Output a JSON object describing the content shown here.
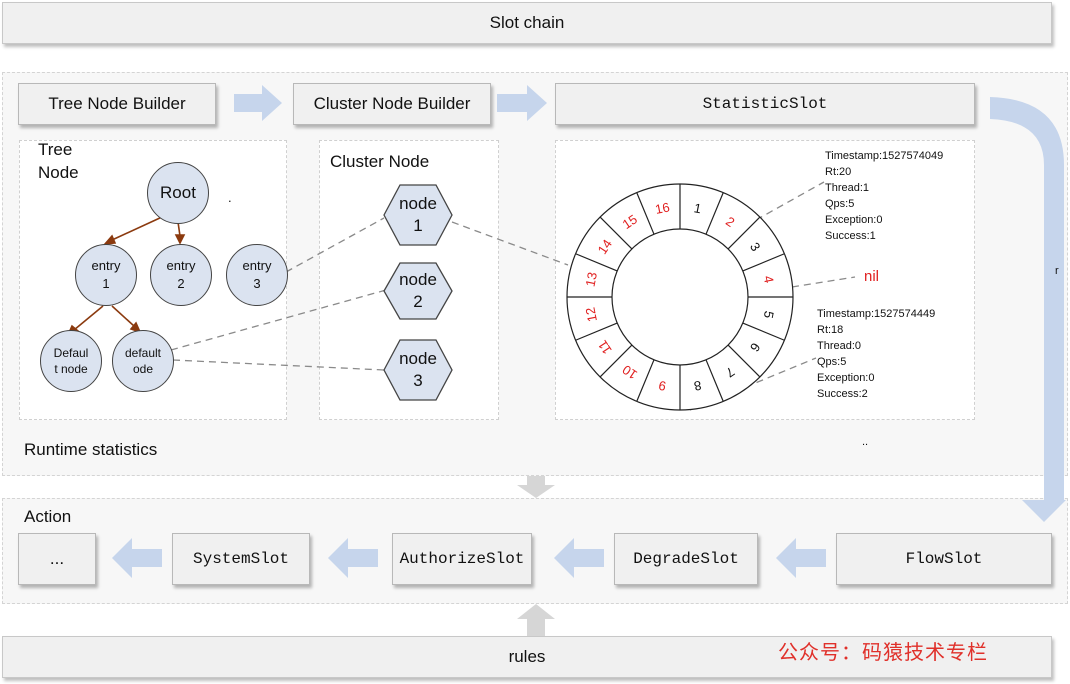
{
  "header": {
    "title": "Slot chain"
  },
  "runtime": {
    "label": "Runtime statistics",
    "ellipsis": "..",
    "builders": [
      "Tree Node Builder",
      "Cluster Node Builder",
      "StatisticSlot"
    ]
  },
  "tree": {
    "title_line1": "Tree",
    "title_line2": "Node",
    "root": "Root",
    "dot": ".",
    "entries": [
      {
        "l1": "entry",
        "l2": "1"
      },
      {
        "l1": "entry",
        "l2": "2"
      },
      {
        "l1": "entry",
        "l2": "3"
      }
    ],
    "defaults": [
      {
        "l1": "Defaul",
        "l2": "t node"
      },
      {
        "l1": "default",
        "l2": "ode"
      }
    ]
  },
  "cluster": {
    "title": "Cluster Node",
    "nodes": [
      {
        "l1": "node",
        "l2": "1"
      },
      {
        "l1": "node",
        "l2": "2"
      },
      {
        "l1": "node",
        "l2": "3"
      }
    ]
  },
  "statistic": {
    "ring_labels": [
      "1",
      "2",
      "3",
      "4",
      "5",
      "6",
      "7",
      "8",
      "9",
      "10",
      "11",
      "12",
      "13",
      "14",
      "15",
      "16"
    ],
    "red_segments": [
      "2",
      "4",
      "9",
      "10",
      "11",
      "12",
      "13",
      "14",
      "15",
      "16"
    ],
    "nil_label": "nil",
    "info_top": [
      "Timestamp:1527574049",
      "Rt:20",
      "Thread:1",
      "Qps:5",
      "Exception:0",
      "Success:1"
    ],
    "info_bottom": [
      "Timestamp:1527574449",
      "Rt:18",
      "Thread:0",
      "Qps:5",
      "Exception:0",
      "Success:2"
    ],
    "side_char": "r"
  },
  "action": {
    "label": "Action",
    "slots": [
      "...",
      "SystemSlot",
      "AuthorizeSlot",
      "DegradeSlot",
      "FlowSlot"
    ]
  },
  "footer": {
    "title": "rules",
    "watermark": "公众号：码猿技术专栏"
  },
  "colors": {
    "arrow": "#c6d5ec",
    "red": "#e02020",
    "tree_edge": "#8b3a0f",
    "circle_fill": "#dbe3f0"
  }
}
